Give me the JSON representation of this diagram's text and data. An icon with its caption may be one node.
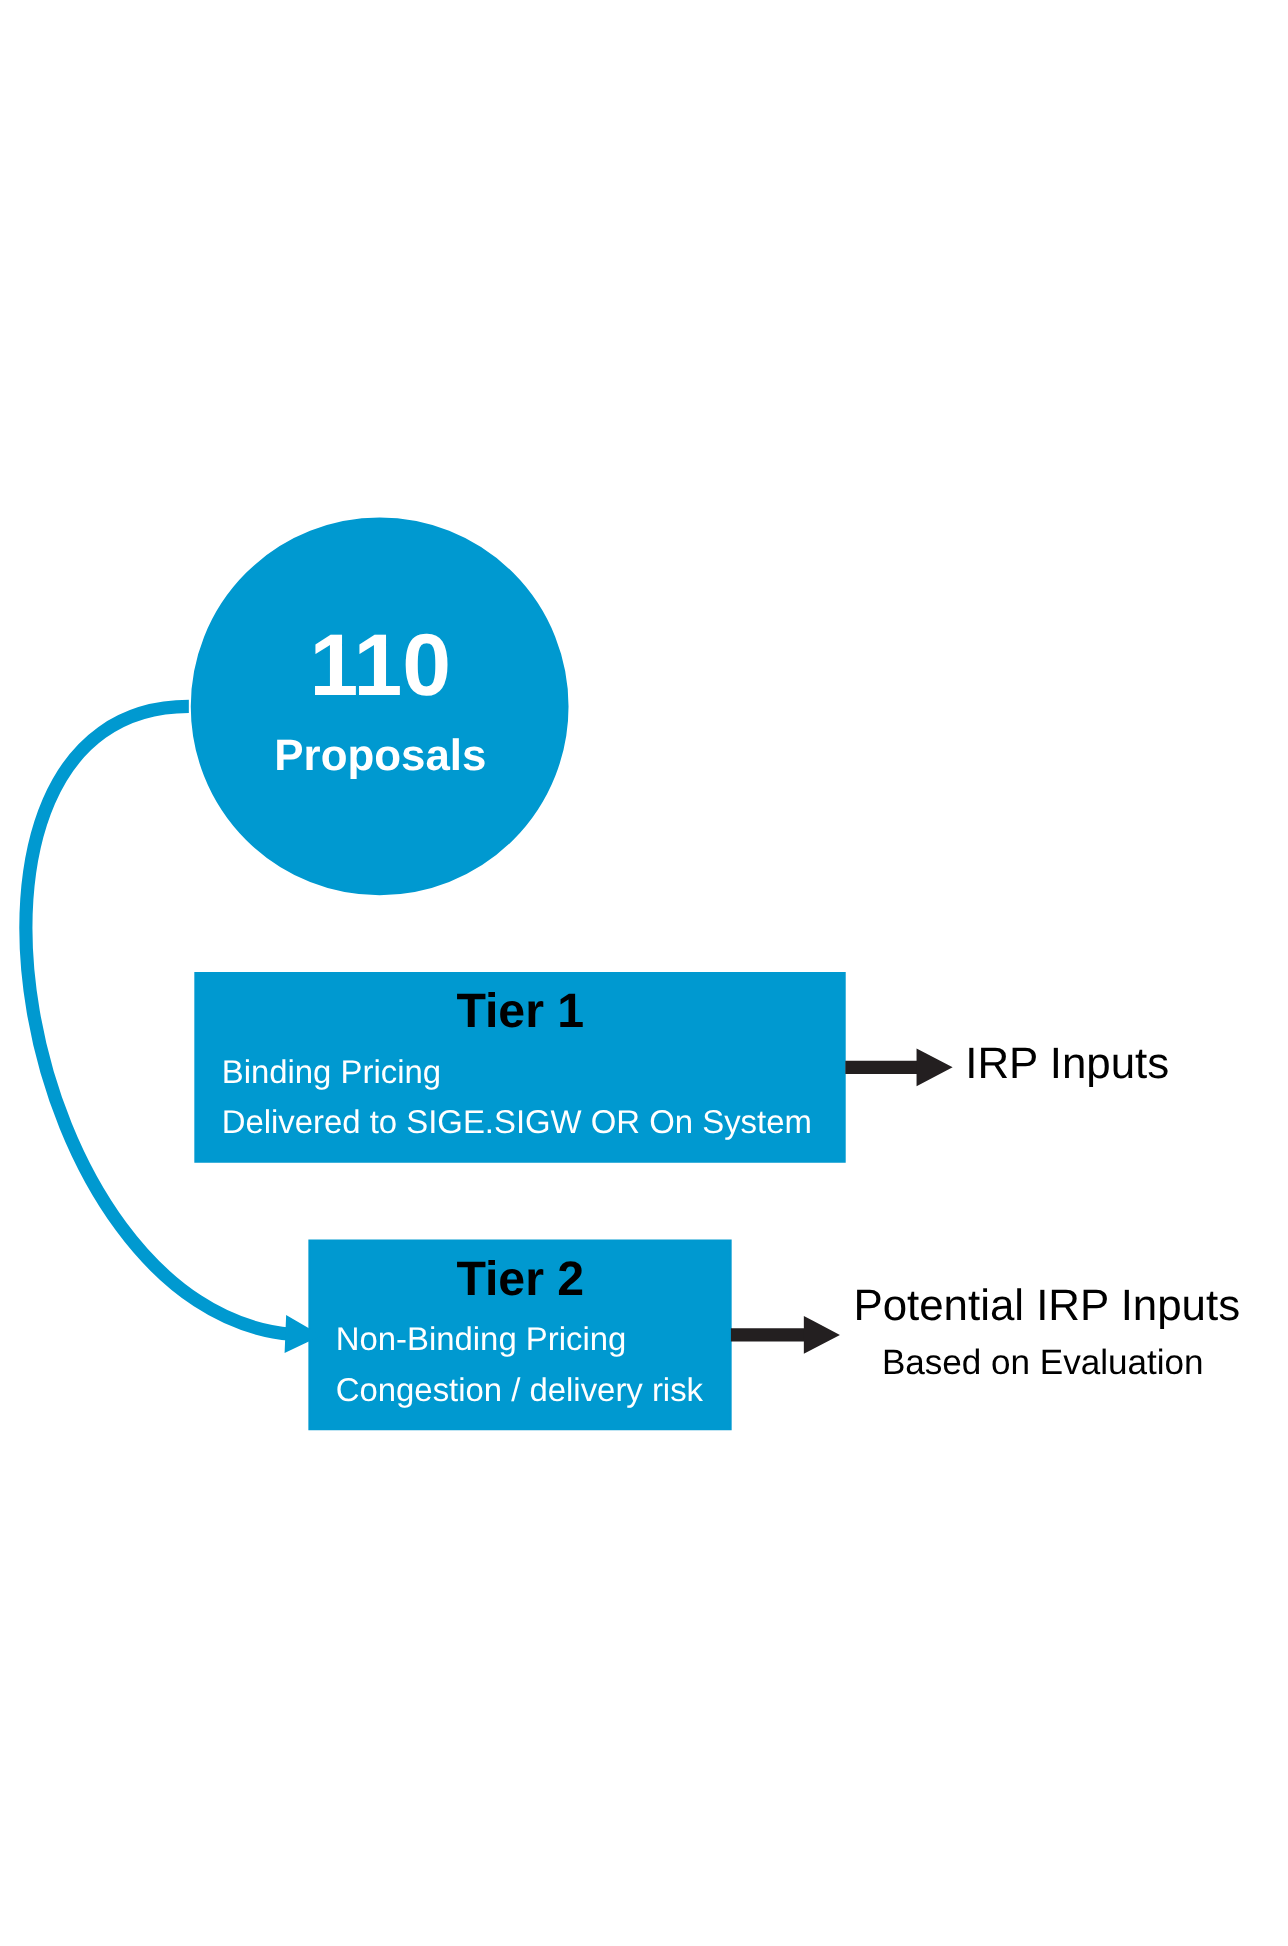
{
  "diagram": {
    "nodes": [
      {
        "text": [
          "110",
          "Proposals"
        ]
      },
      {
        "text": [
          "Tier 1",
          "Binding Pricing",
          "Delivered to SIGE.SIGW OR On System"
        ]
      },
      {
        "text": [
          "IRP Inputs"
        ]
      },
      {
        "text": [
          "Tier 2",
          "Non-Binding Pricing",
          "Congestion / delivery risk"
        ]
      },
      {
        "text": [
          "Potential IRP Inputs",
          "Based on Evaluation"
        ]
      }
    ],
    "edges": [
      {
        "from": 0,
        "to": 3,
        "arrow": "to",
        "color": "#0099d0"
      },
      {
        "from": 1,
        "to": 2,
        "arrow": "to"
      },
      {
        "from": 3,
        "to": 4,
        "arrow": "to"
      }
    ]
  }
}
